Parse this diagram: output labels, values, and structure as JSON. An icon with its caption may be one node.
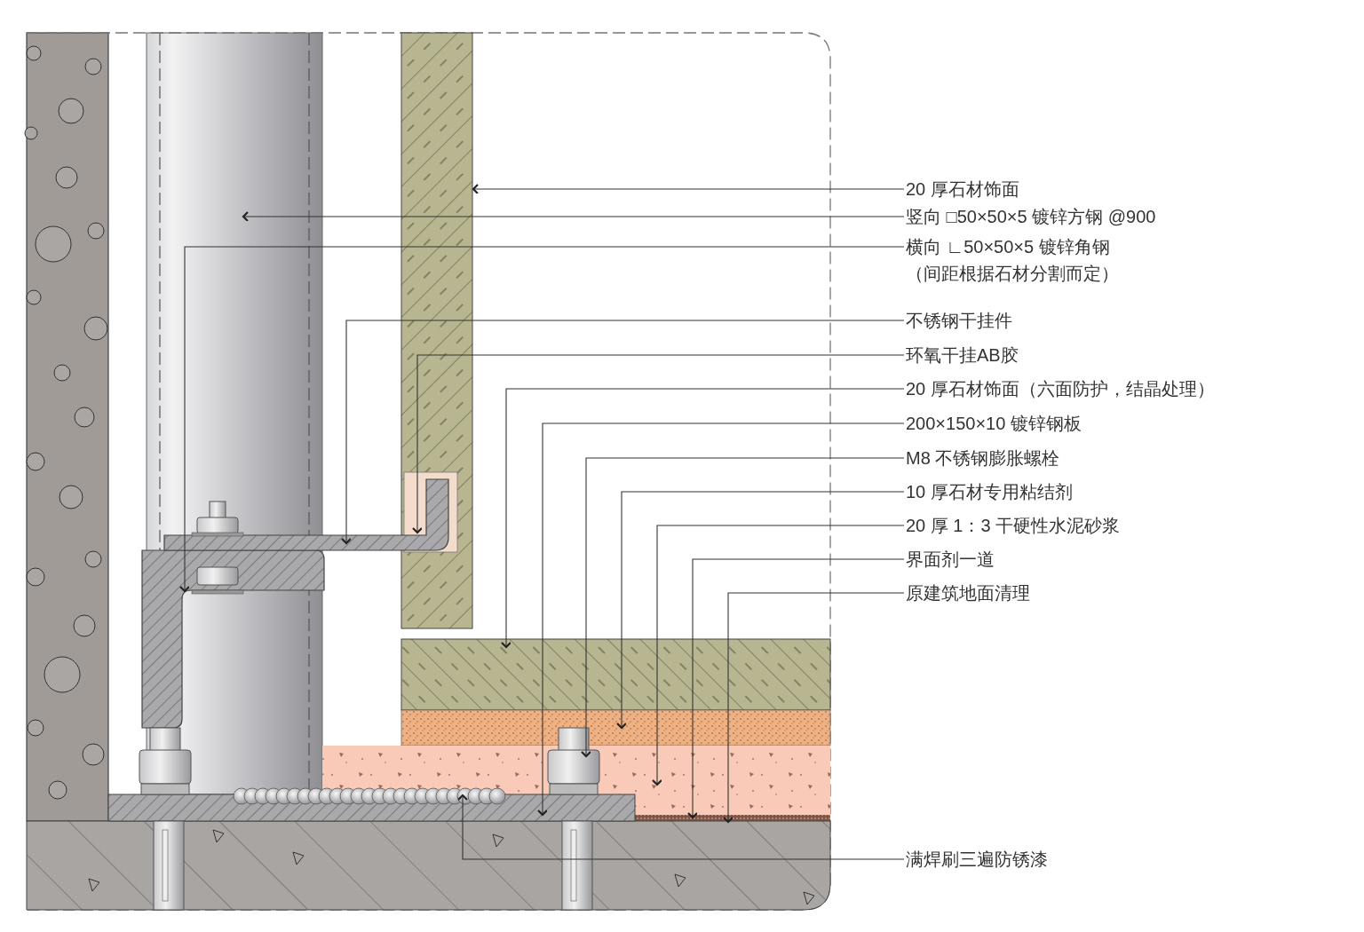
{
  "diagram": {
    "nodes": [
      {
        "text": [
          "20 厚石材饰面"
        ]
      },
      {
        "text": [
          "竖向 □50×50×5 镀锌方钢 @900"
        ]
      },
      {
        "text": [
          "横向 ∟50×50×5 镀锌角钢",
          "（间距根据石材分割而定）"
        ]
      },
      {
        "text": [
          "不锈钢干挂件"
        ]
      },
      {
        "text": [
          "环氧干挂AB胶"
        ]
      },
      {
        "text": [
          "20 厚石材饰面（六面防护，结晶处理）"
        ]
      },
      {
        "text": [
          "200×150×10 镀锌钢板"
        ]
      },
      {
        "text": [
          "M8 不锈钢膨胀螺栓"
        ]
      },
      {
        "text": [
          "10 厚石材专用粘结剂"
        ]
      },
      {
        "text": [
          "20 厚 1：3 干硬性水泥砂浆"
        ]
      },
      {
        "text": [
          "界面剂一道"
        ]
      },
      {
        "text": [
          "原建筑地面清理"
        ]
      },
      {
        "text": [
          "满焊刷三遍防锈漆"
        ]
      }
    ],
    "edges": [
      {
        "from": 0,
        "to": null,
        "arrow": "to"
      },
      {
        "from": 1,
        "to": null,
        "arrow": "to"
      },
      {
        "from": 2,
        "to": null,
        "arrow": "to"
      },
      {
        "from": 3,
        "to": null,
        "arrow": "to"
      },
      {
        "from": 4,
        "to": null,
        "arrow": "to"
      },
      {
        "from": 5,
        "to": null,
        "arrow": "to"
      },
      {
        "from": 6,
        "to": null,
        "arrow": "to"
      },
      {
        "from": 7,
        "to": null,
        "arrow": "to"
      },
      {
        "from": 8,
        "to": null,
        "arrow": "to"
      },
      {
        "from": 9,
        "to": null,
        "arrow": "to"
      },
      {
        "from": 10,
        "to": null,
        "arrow": "to"
      },
      {
        "from": 11,
        "to": null,
        "arrow": "to"
      },
      {
        "from": 12,
        "to": null,
        "arrow": "to"
      }
    ]
  }
}
